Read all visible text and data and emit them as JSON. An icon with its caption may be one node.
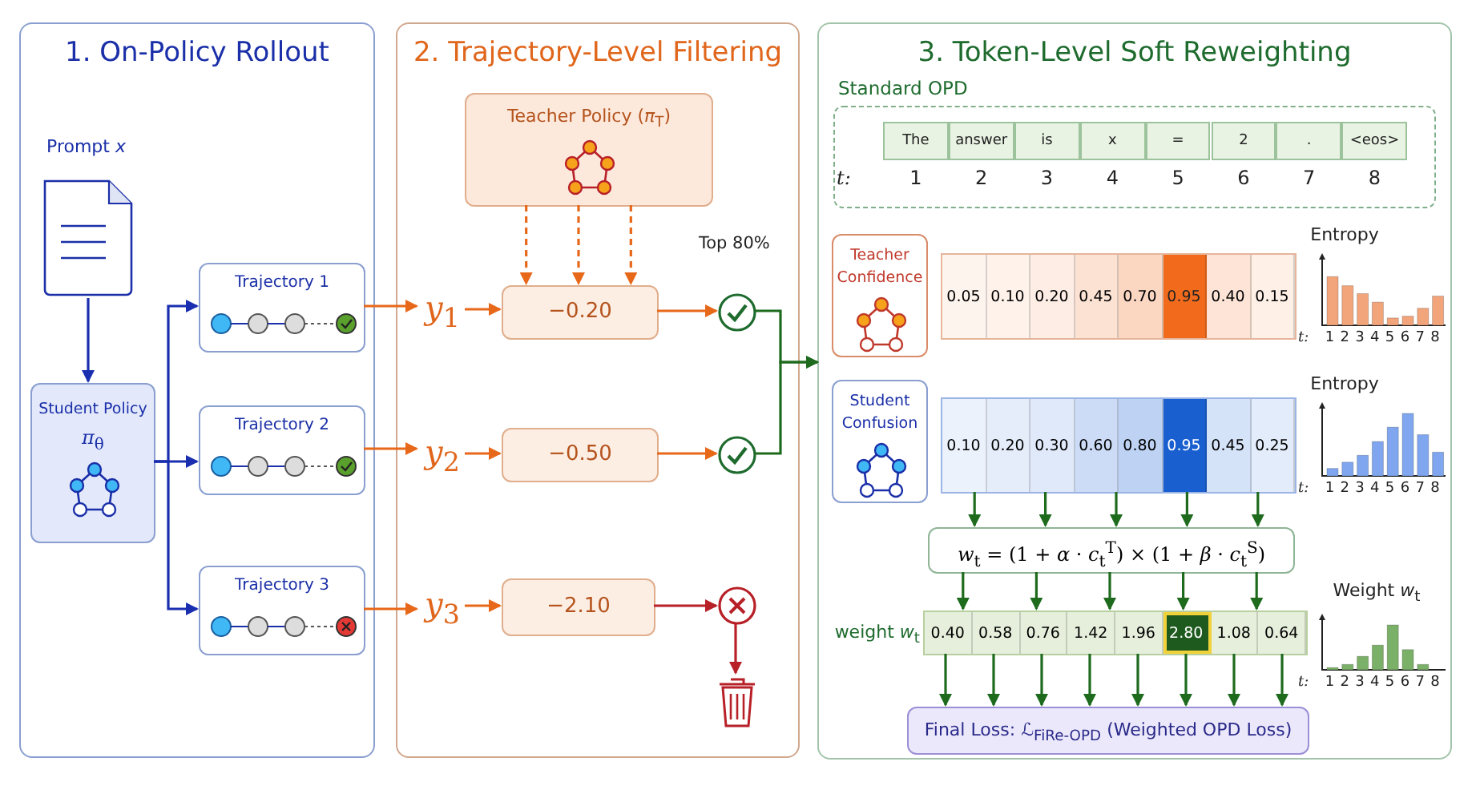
{
  "diagram": {
    "nodes": [
      {
        "text": [
          "1. On-Policy Rollout"
        ]
      },
      {
        "text": [
          "Prompt *x*"
        ],
        "in": 0
      },
      {
        "text": [
          "Student Policy",
          "*π*$_{θ}$"
        ],
        "in": 0
      },
      {
        "text": [
          "Trajectory 1"
        ],
        "in": 0
      },
      {
        "text": [
          "Trajectory 2"
        ],
        "in": 0
      },
      {
        "text": [
          "Trajectory 3"
        ],
        "in": 0
      },
      {
        "text": [
          "2. Trajectory-Level Filtering"
        ]
      },
      {
        "text": [
          "Teacher Policy (*π*$_{T}$)"
        ],
        "in": 6
      },
      {
        "text": [
          "*y*$_{1}$"
        ],
        "in": 6
      },
      {
        "text": [
          "−0.20"
        ],
        "in": 6
      },
      {
        "text": [
          "*y*$_{2}$"
        ],
        "in": 6
      },
      {
        "text": [
          "−0.50"
        ],
        "in": 6
      },
      {
        "text": [
          "*y*$_{3}$"
        ],
        "in": 6
      },
      {
        "text": [
          "−2.10"
        ],
        "in": 6
      },
      {
        "text": [],
        "shape": "circle",
        "in": 6
      },
      {
        "text": [],
        "shape": "circle",
        "in": 6
      },
      {
        "text": [],
        "shape": "circle",
        "in": 6
      },
      {
        "text": [],
        "shape": "bin",
        "in": 6
      },
      {
        "text": [
          "3. Token-Level Soft Reweighting"
        ]
      },
      {
        "text": [
          "Standard OPD"
        ],
        "in": 18
      },
      {
        "text": [
          "Teacher Confidence"
        ],
        "in": 18
      },
      {
        "text": [
          "0.05",
          "0.10",
          "0.20",
          "0.45",
          "0.70",
          "0.95",
          "0.40",
          "0.15"
        ],
        "in": 18
      },
      {
        "text": [
          "Student Confusion"
        ],
        "in": 18
      },
      {
        "text": [
          "0.10",
          "0.20",
          "0.30",
          "0.60",
          "0.80",
          "0.95",
          "0.45",
          "0.25"
        ],
        "in": 18
      },
      {
        "text": [
          "*w*$_{t}$ = (1 + *α* · *c*$_{t}$$^{T}$) × (1 + *β* · *c*$_{t}$$^{S}$)"
        ],
        "in": 18
      },
      {
        "text": [
          "0.40",
          "0.58",
          "0.76",
          "1.42",
          "1.96",
          "2.80",
          "1.08",
          "0.64"
        ],
        "in": 18
      },
      {
        "text": [
          "Final Loss: *ℒ*$_{FiRe-OPD}$ (Weighted OPD Loss)"
        ],
        "in": 18
      }
    ],
    "edges": [
      {
        "from": 1,
        "to": 2,
        "arrow": "to",
        "color": "#1a2fb0"
      },
      {
        "from": 2,
        "to": 3,
        "arrow": "to",
        "color": "#1a2fb0"
      },
      {
        "from": 2,
        "to": 4,
        "arrow": "to",
        "color": "#1a2fb0"
      },
      {
        "from": 2,
        "to": 5,
        "arrow": "to",
        "color": "#1a2fb0"
      },
      {
        "from": 3,
        "to": 8,
        "arrow": "to",
        "color": "#e8681a"
      },
      {
        "from": 8,
        "to": 9,
        "arrow": "to",
        "color": "#e8681a"
      },
      {
        "from": 7,
        "to": 9,
        "arrow": "to",
        "style": "dashed",
        "color": "#e8681a"
      },
      {
        "from": 7,
        "to": 9,
        "arrow": "to",
        "style": "dashed",
        "color": "#e8681a"
      },
      {
        "from": 7,
        "to": 9,
        "arrow": "to",
        "style": "dashed",
        "color": "#e8681a"
      },
      {
        "from": 9,
        "to": 14,
        "arrow": "to",
        "color": "#e8681a"
      },
      {
        "from": 14,
        "to": 18,
        "arrow": "to"
      },
      {
        "from": 4,
        "to": 10,
        "arrow": "to",
        "color": "#e8681a"
      },
      {
        "from": 10,
        "to": 11,
        "arrow": "to",
        "color": "#e8681a"
      },
      {
        "from": 11,
        "to": 15,
        "arrow": "to",
        "color": "#e8681a"
      },
      {
        "from": 15,
        "to": 18,
        "arrow": "to"
      },
      {
        "from": 5,
        "to": 12,
        "arrow": "to",
        "color": "#e8681a"
      },
      {
        "from": 12,
        "to": 13,
        "arrow": "to",
        "color": "#e8681a"
      },
      {
        "from": 13,
        "to": 16,
        "arrow": "to",
        "color": "#b82028"
      },
      {
        "from": 16,
        "to": 17,
        "arrow": "to",
        "color": "#b82028"
      },
      {
        "from": 23,
        "to": 24,
        "arrow": "to"
      },
      {
        "from": 23,
        "to": 24,
        "arrow": "to"
      },
      {
        "from": 23,
        "to": 24,
        "arrow": "to"
      },
      {
        "from": 23,
        "to": 24,
        "arrow": "to"
      },
      {
        "from": 23,
        "to": 24,
        "arrow": "to"
      },
      {
        "from": 24,
        "to": 25,
        "arrow": "to"
      },
      {
        "from": 24,
        "to": 25,
        "arrow": "to"
      },
      {
        "from": 24,
        "to": 25,
        "arrow": "to"
      },
      {
        "from": 24,
        "to": 25,
        "arrow": "to"
      },
      {
        "from": 24,
        "to": 25,
        "arrow": "to"
      },
      {
        "from": 25,
        "to": 26,
        "arrow": "to"
      },
      {
        "from": 25,
        "to": 26,
        "arrow": "to"
      },
      {
        "from": 25,
        "to": 26,
        "arrow": "to"
      },
      {
        "from": 25,
        "to": 26,
        "arrow": "to"
      },
      {
        "from": 25,
        "to": 26,
        "arrow": "to"
      },
      {
        "from": 25,
        "to": 26,
        "arrow": "to"
      },
      {
        "from": 25,
        "to": 26,
        "arrow": "to"
      },
      {
        "from": 25,
        "to": 26,
        "arrow": "to"
      }
    ],
    "labels": [
      "Top 80%",
      "The",
      "answer",
      "is",
      "x",
      "=",
      "2",
      ".",
      "<eos>",
      "t:",
      "1",
      "2",
      "3",
      "4",
      "5",
      "6",
      "7",
      "8",
      "Entropy",
      "t:",
      "1",
      "2",
      "3",
      "4",
      "5",
      "6",
      "7",
      "8",
      "Entropy",
      "t:",
      "1",
      "2",
      "3",
      "4",
      "5",
      "6",
      "7",
      "8",
      "weight *w*$_{t}$",
      "Weight *w*$_{t}$",
      "t:",
      "1",
      "2",
      "3",
      "4",
      "5",
      "6",
      "7",
      "8"
    ]
  }
}
